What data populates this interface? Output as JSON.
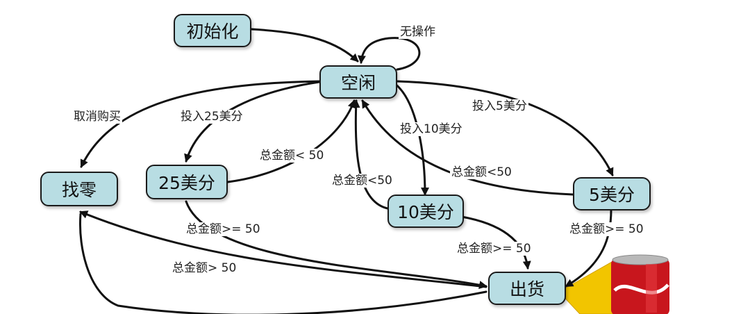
{
  "states": {
    "init": "初始化",
    "idle": "空闲",
    "change": "找零",
    "c25": "25美分",
    "c10": "10美分",
    "c5": "5美分",
    "dispense": "出货"
  },
  "transitions": {
    "no_op": "无操作",
    "cancel": "取消购买",
    "insert25": "投入25美分",
    "insert10": "投入10美分",
    "insert5": "投入5美分",
    "lt50_25": "总金额< 50",
    "lt50_10": "总金额<50",
    "lt50_5": "总金额<50",
    "ge50_25": "总金额>= 50",
    "ge50_10": "总金额>= 50",
    "ge50_5": "总金额>= 50",
    "gt50": "总金额> 50"
  },
  "colors": {
    "state_fill": "#b8dde3",
    "stroke": "#111111",
    "can_red": "#c8161d",
    "beam_yellow": "#f2c500"
  }
}
